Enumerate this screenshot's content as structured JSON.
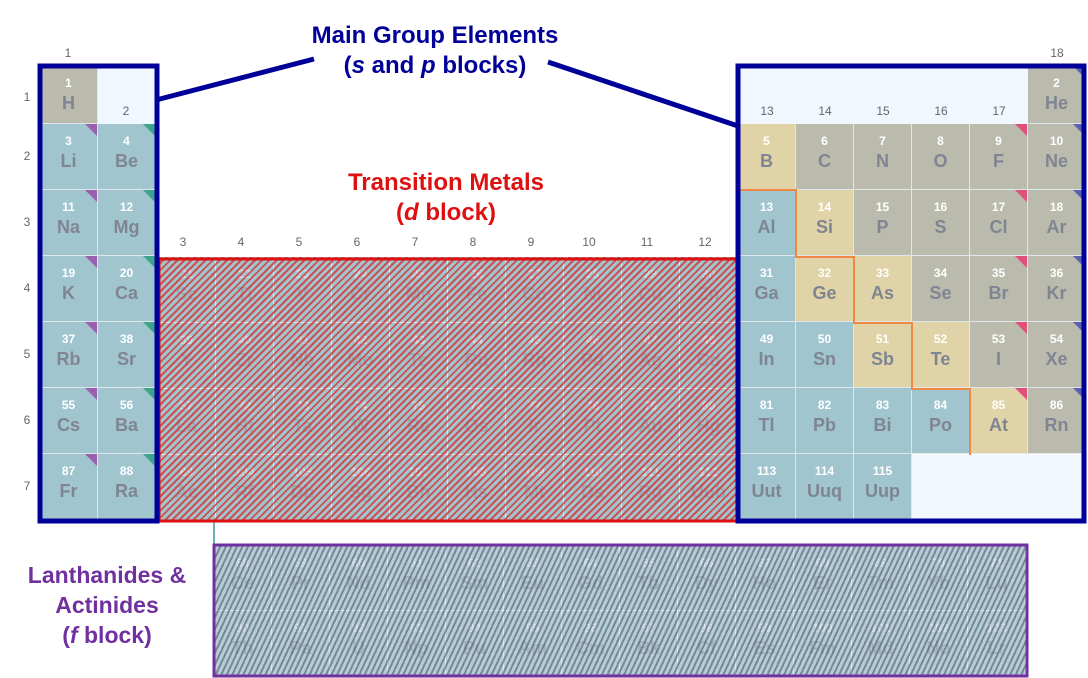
{
  "colors": {
    "alkali_marker": "#9b5fb0",
    "alkaline_earth_marker": "#3aa58a",
    "halogen_marker": "#e0507a",
    "noble_gas_marker": "#5a5fb0",
    "metal": "#a0c5cf",
    "nonmetal": "#bbbbad",
    "metalloid": "#e0d3a8",
    "empty": "#f0f7ff",
    "main_group_box": "#000099",
    "transition_box": "#dd1111",
    "f_block_box": "#7030a0",
    "metalloid_border": "#ee8844"
  },
  "labels": {
    "main_group": {
      "line1": "Main Group Elements",
      "line2_pre": "(",
      "s": "s",
      "and": " and ",
      "p": "p",
      "line2_post": " blocks)"
    },
    "transition": {
      "line1": "Transition Metals",
      "line2_pre": "(",
      "d": "d",
      "line2_post": " block)"
    },
    "f_block": {
      "line1": "Lanthanides &",
      "line2": "Actinides",
      "line3_pre": "(",
      "f": "f",
      "line3_post": " block)"
    }
  },
  "group_labels": [
    "1",
    "2",
    "3",
    "4",
    "5",
    "6",
    "7",
    "8",
    "9",
    "10",
    "11",
    "12",
    "13",
    "14",
    "15",
    "16",
    "17",
    "18"
  ],
  "period_labels": [
    "1",
    "2",
    "3",
    "4",
    "5",
    "6",
    "7"
  ],
  "main_group_elements": [
    [
      1,
      "H",
      1,
      1,
      "nonmetal",
      ""
    ],
    [
      2,
      "He",
      18,
      1,
      "nonmetal",
      "noble"
    ],
    [
      3,
      "Li",
      1,
      2,
      "metal",
      "alkali"
    ],
    [
      4,
      "Be",
      2,
      2,
      "metal",
      "alkaline"
    ],
    [
      5,
      "B",
      13,
      2,
      "metalloid",
      ""
    ],
    [
      6,
      "C",
      14,
      2,
      "nonmetal",
      ""
    ],
    [
      7,
      "N",
      15,
      2,
      "nonmetal",
      ""
    ],
    [
      8,
      "O",
      16,
      2,
      "nonmetal",
      ""
    ],
    [
      9,
      "F",
      17,
      2,
      "nonmetal",
      "halogen"
    ],
    [
      10,
      "Ne",
      18,
      2,
      "nonmetal",
      "noble"
    ],
    [
      11,
      "Na",
      1,
      3,
      "metal",
      "alkali"
    ],
    [
      12,
      "Mg",
      2,
      3,
      "metal",
      "alkaline"
    ],
    [
      13,
      "Al",
      13,
      3,
      "metal",
      ""
    ],
    [
      14,
      "Si",
      14,
      3,
      "metalloid",
      ""
    ],
    [
      15,
      "P",
      15,
      3,
      "nonmetal",
      ""
    ],
    [
      16,
      "S",
      16,
      3,
      "nonmetal",
      ""
    ],
    [
      17,
      "Cl",
      17,
      3,
      "nonmetal",
      "halogen"
    ],
    [
      18,
      "Ar",
      18,
      3,
      "nonmetal",
      "noble"
    ],
    [
      19,
      "K",
      1,
      4,
      "metal",
      "alkali"
    ],
    [
      20,
      "Ca",
      2,
      4,
      "metal",
      "alkaline"
    ],
    [
      31,
      "Ga",
      13,
      4,
      "metal",
      ""
    ],
    [
      32,
      "Ge",
      14,
      4,
      "metalloid",
      ""
    ],
    [
      33,
      "As",
      15,
      4,
      "metalloid",
      ""
    ],
    [
      34,
      "Se",
      16,
      4,
      "nonmetal",
      ""
    ],
    [
      35,
      "Br",
      17,
      4,
      "nonmetal",
      "halogen"
    ],
    [
      36,
      "Kr",
      18,
      4,
      "nonmetal",
      "noble"
    ],
    [
      37,
      "Rb",
      1,
      5,
      "metal",
      "alkali"
    ],
    [
      38,
      "Sr",
      2,
      5,
      "metal",
      "alkaline"
    ],
    [
      49,
      "In",
      13,
      5,
      "metal",
      ""
    ],
    [
      50,
      "Sn",
      14,
      5,
      "metal",
      ""
    ],
    [
      51,
      "Sb",
      15,
      5,
      "metalloid",
      ""
    ],
    [
      52,
      "Te",
      16,
      5,
      "metalloid",
      ""
    ],
    [
      53,
      "I",
      17,
      5,
      "nonmetal",
      "halogen"
    ],
    [
      54,
      "Xe",
      18,
      5,
      "nonmetal",
      "noble"
    ],
    [
      55,
      "Cs",
      1,
      6,
      "metal",
      "alkali"
    ],
    [
      56,
      "Ba",
      2,
      6,
      "metal",
      "alkaline"
    ],
    [
      81,
      "Tl",
      13,
      6,
      "metal",
      ""
    ],
    [
      82,
      "Pb",
      14,
      6,
      "metal",
      ""
    ],
    [
      83,
      "Bi",
      15,
      6,
      "metal",
      ""
    ],
    [
      84,
      "Po",
      16,
      6,
      "metal",
      ""
    ],
    [
      85,
      "At",
      17,
      6,
      "metalloid",
      "halogen"
    ],
    [
      86,
      "Rn",
      18,
      6,
      "nonmetal",
      "noble"
    ],
    [
      87,
      "Fr",
      1,
      7,
      "metal",
      "alkali"
    ],
    [
      88,
      "Ra",
      2,
      7,
      "metal",
      "alkaline"
    ],
    [
      113,
      "Uut",
      13,
      7,
      "metal",
      ""
    ],
    [
      114,
      "Uuq",
      14,
      7,
      "metal",
      ""
    ],
    [
      115,
      "Uup",
      15,
      7,
      "metal",
      ""
    ]
  ],
  "transition_elements": [
    [
      [
        21,
        "Sc"
      ],
      [
        22,
        "Ti"
      ],
      [
        23,
        "V"
      ],
      [
        24,
        "Cr"
      ],
      [
        25,
        "Mn"
      ],
      [
        26,
        "Fe"
      ],
      [
        27,
        "Co"
      ],
      [
        28,
        "Ni"
      ],
      [
        29,
        "Cu"
      ],
      [
        30,
        "Zn"
      ]
    ],
    [
      [
        39,
        "Y"
      ],
      [
        40,
        "Zr"
      ],
      [
        41,
        "Nb"
      ],
      [
        42,
        "Mo"
      ],
      [
        43,
        "Tc"
      ],
      [
        44,
        "Ru"
      ],
      [
        45,
        "Rh"
      ],
      [
        46,
        "Pd"
      ],
      [
        47,
        "Ag"
      ],
      [
        48,
        "Cd"
      ]
    ],
    [
      [
        57,
        "La"
      ],
      [
        72,
        "Hf"
      ],
      [
        73,
        "Ta"
      ],
      [
        74,
        "W"
      ],
      [
        75,
        "Re"
      ],
      [
        76,
        "Os"
      ],
      [
        77,
        "Ir"
      ],
      [
        78,
        "Pt"
      ],
      [
        79,
        "Au"
      ],
      [
        80,
        "Hg"
      ]
    ],
    [
      [
        89,
        "Ac"
      ],
      [
        104,
        "Rf"
      ],
      [
        105,
        "Db"
      ],
      [
        106,
        "Sg"
      ],
      [
        107,
        "Bh"
      ],
      [
        108,
        "Hs"
      ],
      [
        109,
        "Mt"
      ],
      [
        110,
        "Ds"
      ],
      [
        111,
        "Rg"
      ],
      [
        112,
        "Uub"
      ]
    ]
  ],
  "f_block_elements": [
    [
      [
        58,
        "Ce"
      ],
      [
        59,
        "Pr"
      ],
      [
        60,
        "Nd"
      ],
      [
        61,
        "Pm"
      ],
      [
        62,
        "Sm"
      ],
      [
        63,
        "Eu"
      ],
      [
        64,
        "Gd"
      ],
      [
        65,
        "Tb"
      ],
      [
        66,
        "Dy"
      ],
      [
        67,
        "Ho"
      ],
      [
        68,
        "Er"
      ],
      [
        69,
        "Tm"
      ],
      [
        70,
        "Yb"
      ],
      [
        71,
        "Lu"
      ]
    ],
    [
      [
        90,
        "Th"
      ],
      [
        91,
        "Pa"
      ],
      [
        92,
        "U"
      ],
      [
        93,
        "Np"
      ],
      [
        94,
        "Pu"
      ],
      [
        95,
        "Am"
      ],
      [
        96,
        "Cm"
      ],
      [
        97,
        "Bk"
      ],
      [
        98,
        "Cf"
      ],
      [
        99,
        "Es"
      ],
      [
        100,
        "Fm"
      ],
      [
        101,
        "Md"
      ],
      [
        102,
        "No"
      ],
      [
        103,
        "Lr"
      ]
    ]
  ]
}
